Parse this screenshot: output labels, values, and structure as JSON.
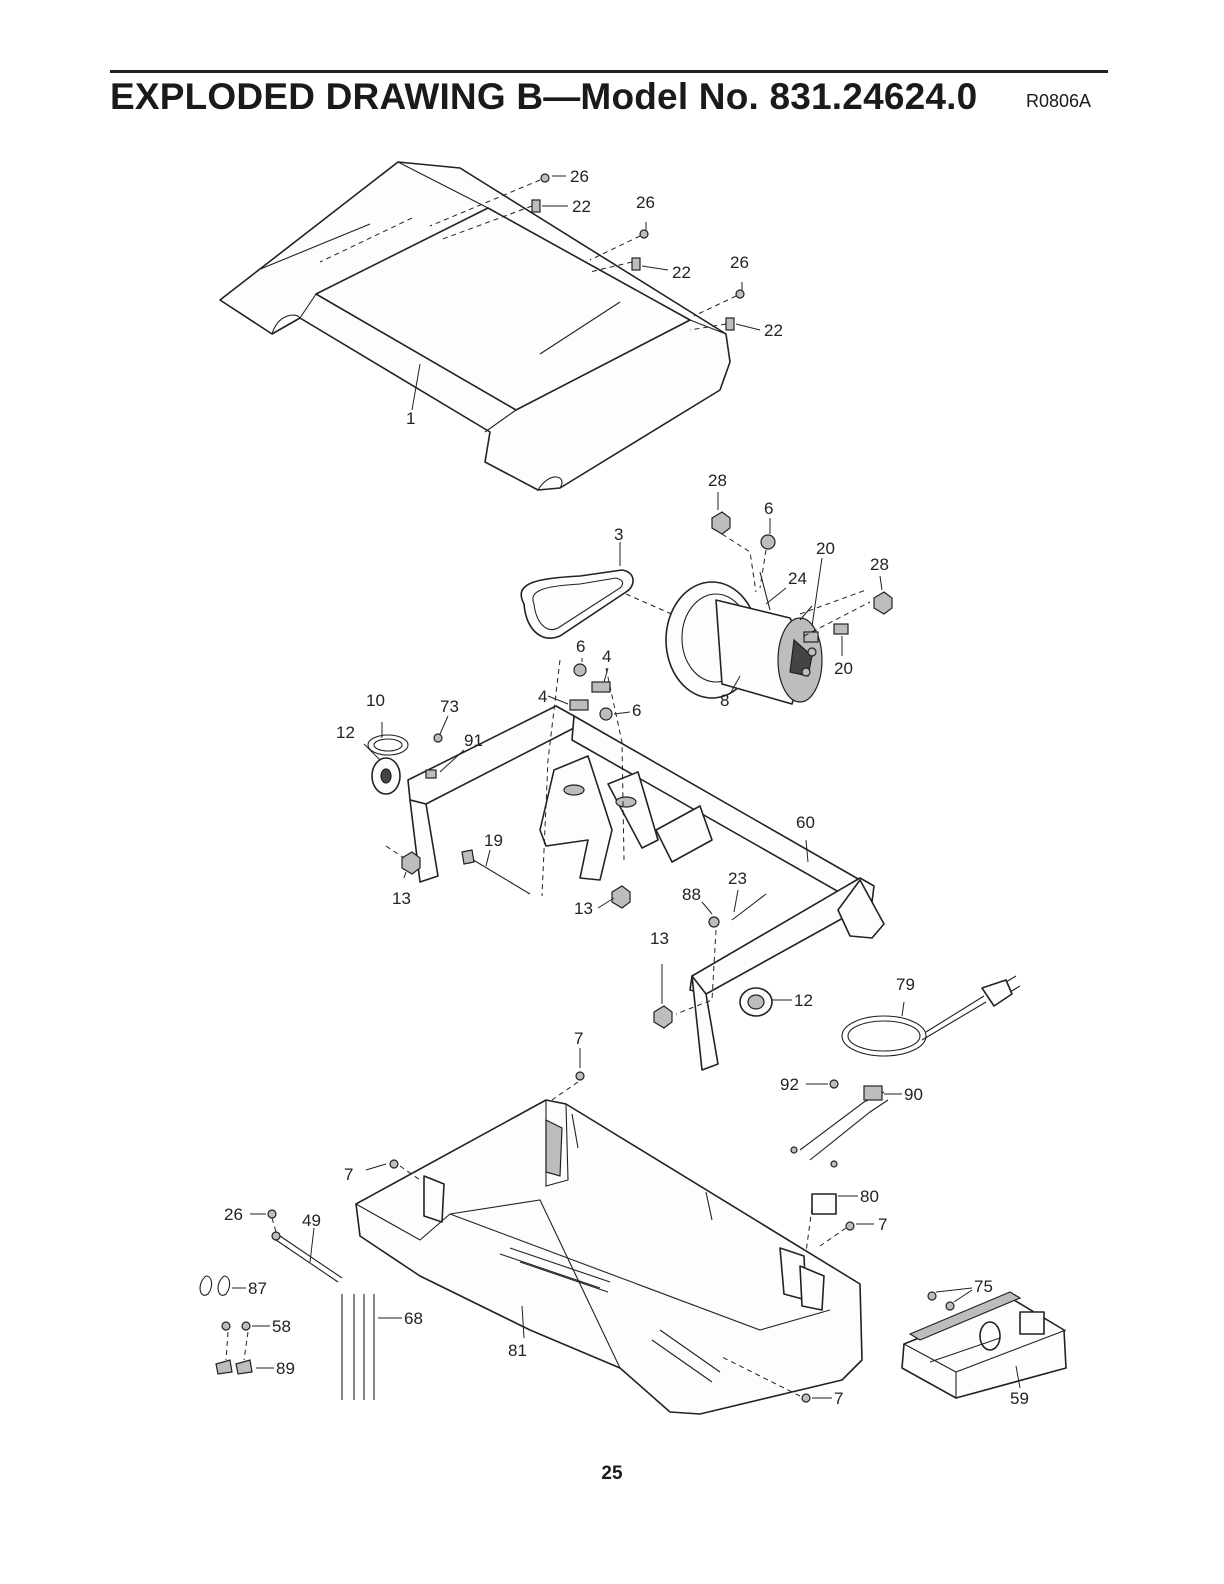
{
  "header": {
    "title": "EXPLODED DRAWING B—Model No. 831.24624.0",
    "drawing_code": "R0806A"
  },
  "page_number": "25",
  "callouts": [
    "26",
    "22",
    "26",
    "22",
    "26",
    "22",
    "1",
    "28",
    "6",
    "3",
    "20",
    "28",
    "24",
    "6",
    "4",
    "20",
    "8",
    "4",
    "6",
    "10",
    "73",
    "91",
    "12",
    "60",
    "19",
    "23",
    "88",
    "13",
    "13",
    "13",
    "12",
    "79",
    "7",
    "92",
    "90",
    "7",
    "80",
    "7",
    "26",
    "49",
    "87",
    "58",
    "68",
    "81",
    "75",
    "89",
    "7",
    "59"
  ]
}
